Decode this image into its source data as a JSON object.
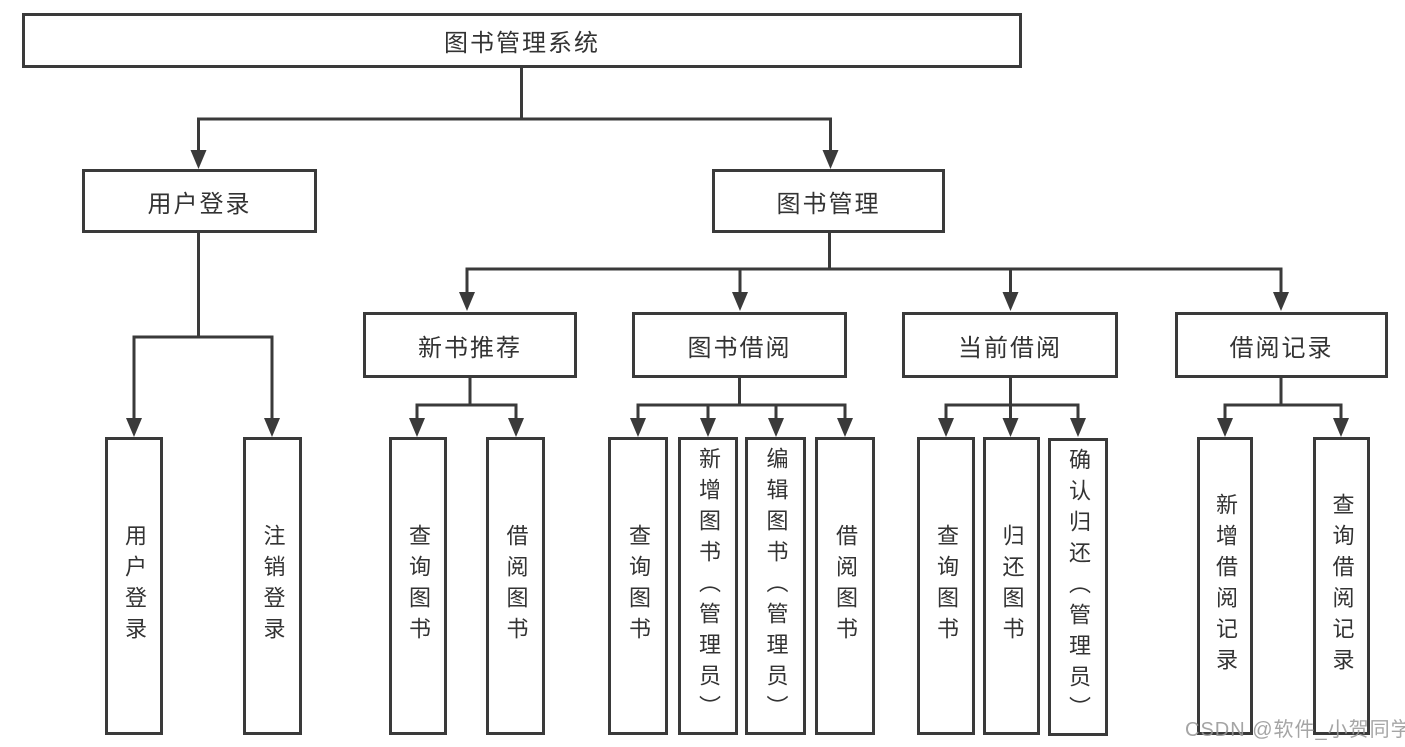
{
  "diagram": {
    "root": "图书管理系统",
    "level2": [
      "用户登录",
      "图书管理"
    ],
    "level3": [
      "新书推荐",
      "图书借阅",
      "当前借阅",
      "借阅记录"
    ],
    "leaves_user_login": [
      "用户登录",
      "注销登录"
    ],
    "leaves_new_book": [
      "查询图书",
      "借阅图书"
    ],
    "leaves_book_borrow": [
      "查询图书",
      "新增图书（管理员）",
      "编辑图书（管理员）",
      "借阅图书"
    ],
    "leaves_current_borrow": [
      "查询图书",
      "归还图书",
      "确认归还（管理员）"
    ],
    "leaves_borrow_records": [
      "新增借阅记录",
      "查询借阅记录"
    ]
  },
  "watermark": "CSDN @软件_小贺同学",
  "colors": {
    "line": "#3a3a3a",
    "text": "#333333",
    "watermark": "#999999",
    "background": "#ffffff"
  }
}
